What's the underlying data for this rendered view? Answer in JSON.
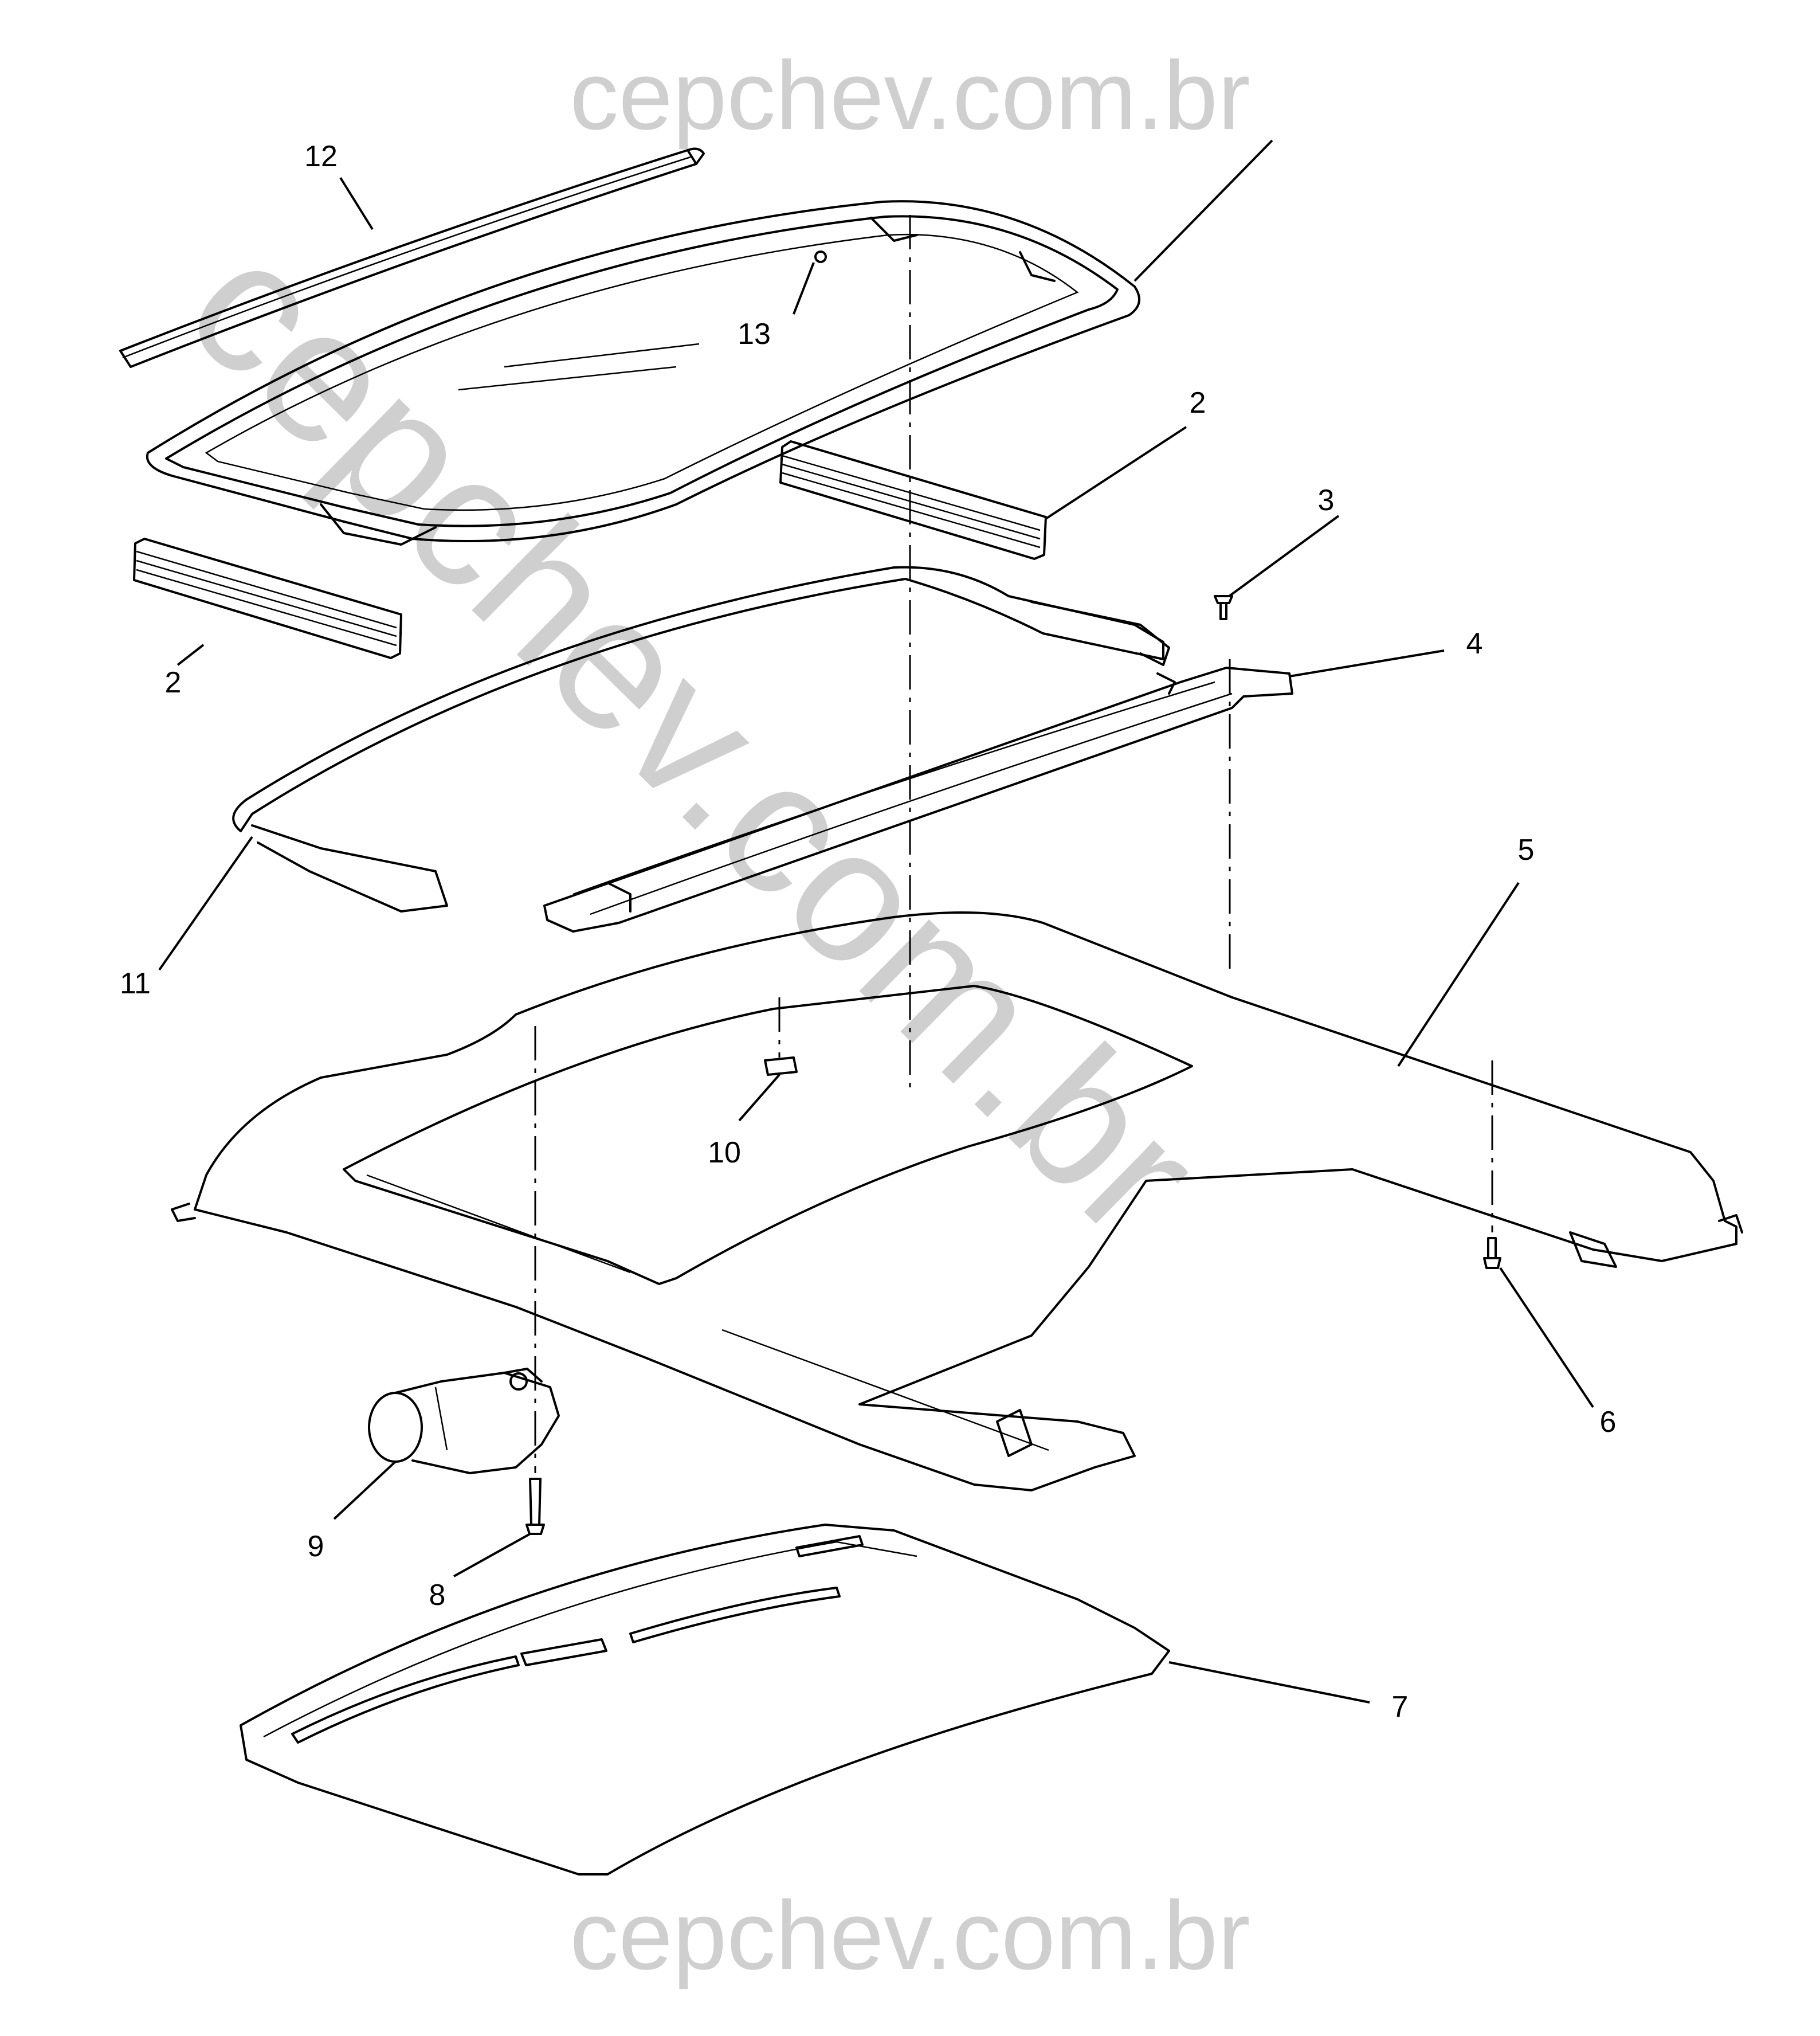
{
  "watermark": {
    "top": "cepchev.com.br",
    "diagonal": "cepchev.com.br",
    "bottom": "cepchev.com.br"
  },
  "callouts": [
    {
      "id": "c12",
      "label": "12"
    },
    {
      "id": "c13",
      "label": "13"
    },
    {
      "id": "c2a",
      "label": "2"
    },
    {
      "id": "c2b",
      "label": "2"
    },
    {
      "id": "c3",
      "label": "3"
    },
    {
      "id": "c4",
      "label": "4"
    },
    {
      "id": "c5",
      "label": "5"
    },
    {
      "id": "c11",
      "label": "11"
    },
    {
      "id": "c10",
      "label": "10"
    },
    {
      "id": "c6",
      "label": "6"
    },
    {
      "id": "c9",
      "label": "9"
    },
    {
      "id": "c8",
      "label": "8"
    },
    {
      "id": "c7",
      "label": "7"
    }
  ],
  "colors": {
    "linework": "#000000",
    "watermark": "#cfcfcf",
    "background": "#ffffff"
  }
}
